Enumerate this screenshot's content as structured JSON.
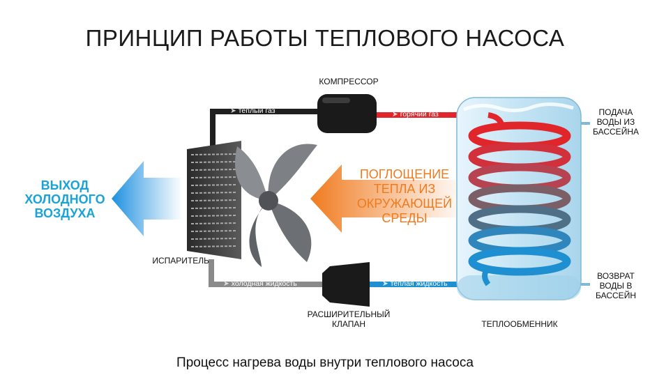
{
  "title": "ПРИНЦИП РАБОТЫ ТЕПЛОВОГО НАСОСА",
  "labels": {
    "compressor": "КОМПРЕССОР",
    "evaporator": "ИСПАРИТЕЛЬ",
    "expansion_valve_line1": "РАСШИРИТЕЛЬНЫЙ",
    "expansion_valve_line2": "КЛАПАН",
    "heat_exchanger": "ТЕПЛООБМЕННИК",
    "pool_supply_line1": "ПОДАЧА",
    "pool_supply_line2": "ВОДЫ ИЗ",
    "pool_supply_line3": "БАССЕЙНА",
    "pool_return_line1": "ВОЗВРАТ",
    "pool_return_line2": "ВОДЫ В",
    "pool_return_line3": "БАССЕЙН"
  },
  "pipes": {
    "warm_gas": "теплый газ",
    "hot_gas": "горячий газ",
    "cold_liquid": "холодная жидкость",
    "warm_liquid": "теплая жидкость"
  },
  "arrows": {
    "cold_air_out_line1": "ВЫХОД",
    "cold_air_out_line2": "ХОЛОДНОГО",
    "cold_air_out_line3": "ВОЗДУХА",
    "heat_absorb_line1": "ПОГЛОЩЕНИЕ",
    "heat_absorb_line2": "ТЕПЛА ИЗ",
    "heat_absorb_line3": "ОКРУЖАЮЩЕЙ",
    "heat_absorb_line4": "СРЕДЫ"
  },
  "caption": "Процесс нагрева воды внутри теплового насоса",
  "colors": {
    "hot": "#e0262b",
    "cold": "#1e8fd0",
    "pipe_dark": "#1f1f1f",
    "pipe_grey": "#8a8a8a",
    "tank": "#bfe2f3",
    "arrow_blue": "#2aa3e6",
    "arrow_orange": "#f07a1e"
  }
}
